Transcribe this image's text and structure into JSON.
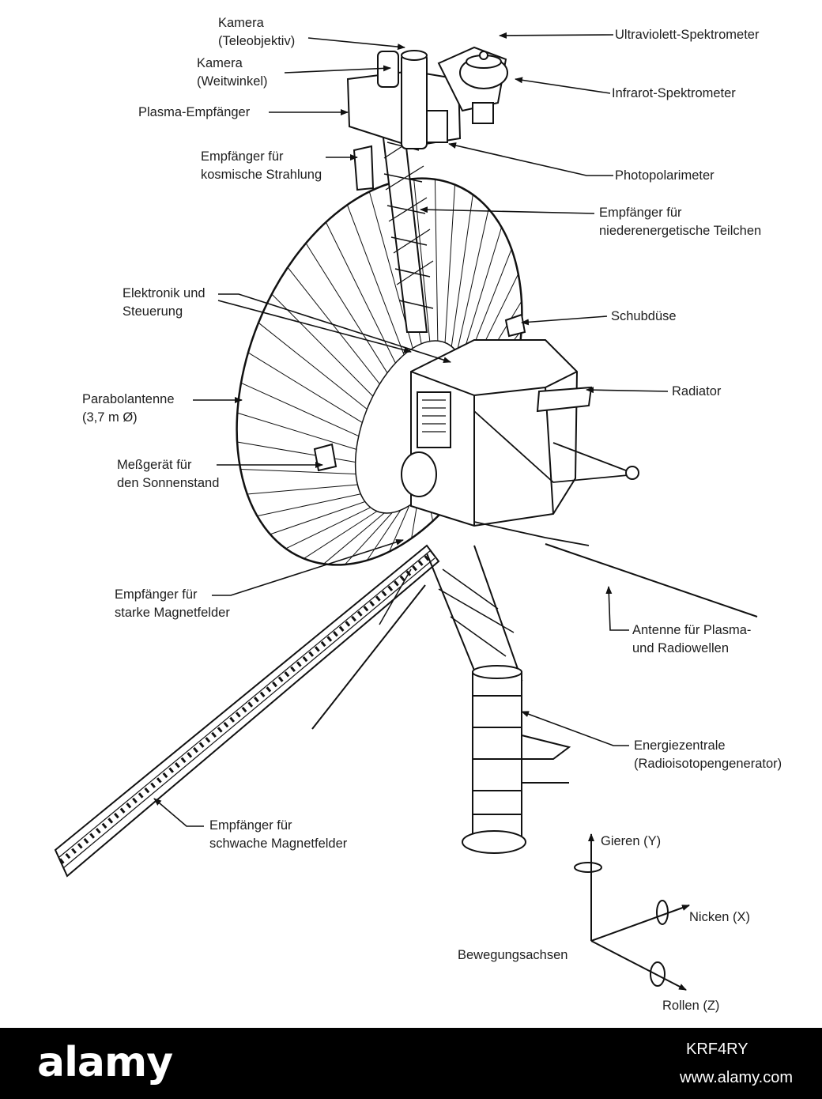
{
  "labels": {
    "kamera_tele": [
      "Kamera",
      "(Teleobjektiv)"
    ],
    "kamera_weit": [
      "Kamera",
      "(Weitwinkel)"
    ],
    "plasma": [
      "Plasma-Empfänger"
    ],
    "kosmisch": [
      "Empfänger für",
      "kosmische Strahlung"
    ],
    "uv": [
      "Ultraviolett-Spektrometer"
    ],
    "ir": [
      "Infrarot-Spektrometer"
    ],
    "photo": [
      "Photopolarimeter"
    ],
    "nieder": [
      "Empfänger für",
      "niederenergetische Teilchen"
    ],
    "elektronik": [
      "Elektronik und",
      "Steuerung"
    ],
    "schub": [
      "Schubdüse"
    ],
    "radiator": [
      "Radiator"
    ],
    "parabol": [
      "Parabolantenne",
      "(3,7 m Ø)"
    ],
    "sonne": [
      "Meßgerät für",
      "den Sonnenstand"
    ],
    "stark": [
      "Empfänger für",
      "starke Magnetfelder"
    ],
    "plasma_radio": [
      "Antenne für Plasma-",
      "und Radiowellen"
    ],
    "energie": [
      "Energiezentrale",
      "(Radioisotopengenerator)"
    ],
    "schwach": [
      "Empfänger für",
      "schwache Magnetfelder"
    ]
  },
  "axes": {
    "title": "Bewegungsachsen",
    "yaw": "Gieren (Y)",
    "pitch": "Nicken (X)",
    "roll": "Rollen (Z)"
  },
  "footer": {
    "brand": "alamy",
    "image_id": "KRF4RY",
    "site": "www.alamy.com"
  }
}
